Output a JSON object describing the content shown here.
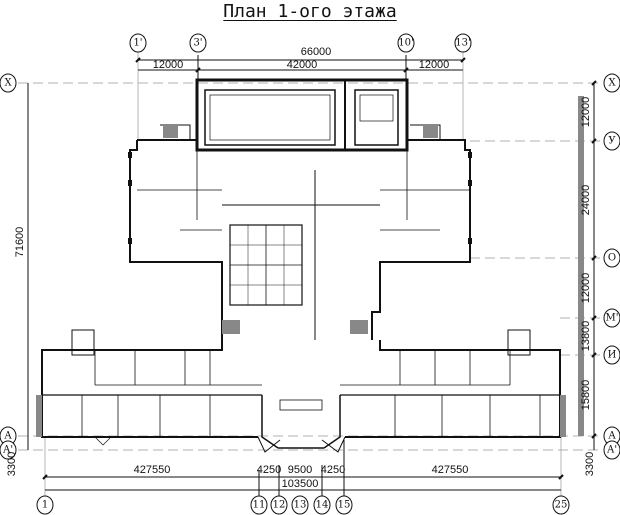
{
  "title": "План 1-ого этажа",
  "top_axes": [
    "1'",
    "3'",
    "10'",
    "13'"
  ],
  "top_dims": {
    "total": "66000",
    "segments": [
      "12000",
      "42000",
      "12000"
    ]
  },
  "side_axes": [
    "Х",
    "У",
    "О",
    "М'",
    "И",
    "А",
    "А'"
  ],
  "right_dims": [
    "12000",
    "24000",
    "12000",
    "13800",
    "15800"
  ],
  "left_dims": {
    "total": "71600",
    "offset": "3300"
  },
  "right_offset": "3300",
  "bottom_dims": {
    "segments": [
      "427550",
      "4250",
      "9500",
      "4250",
      "427550"
    ],
    "total": "103500"
  },
  "bottom_axes": [
    "1",
    "11",
    "12",
    "13",
    "14",
    "15",
    "25"
  ]
}
